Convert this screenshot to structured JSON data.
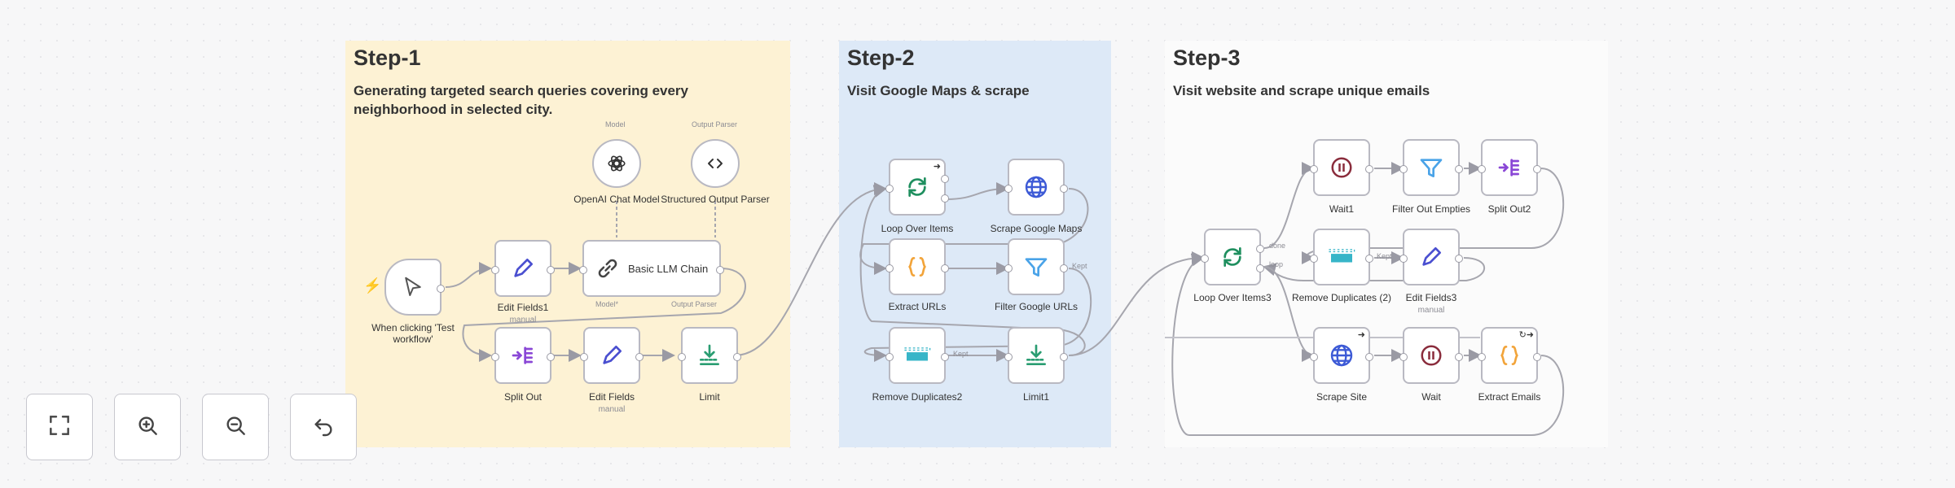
{
  "steps": [
    {
      "title": "Step-1",
      "description": "Generating targeted search queries covering every neighborhood in selected city."
    },
    {
      "title": "Step-2",
      "description": "Visit Google Maps & scrape"
    },
    {
      "title": "Step-3",
      "description": "Visit website and scrape unique emails"
    }
  ],
  "nodes": {
    "trigger": {
      "label": "When clicking 'Test workflow'"
    },
    "edit_fields1": {
      "label": "Edit Fields1",
      "sub": "manual"
    },
    "basic_llm_chain": {
      "label": "Basic LLM Chain",
      "model_port": "Model*",
      "parser_port": "Output Parser"
    },
    "openai_chat_model": {
      "label": "OpenAI Chat Model",
      "port": "Model"
    },
    "structured_output_parser": {
      "label": "Structured Output Parser",
      "port": "Output Parser"
    },
    "split_out": {
      "label": "Split Out"
    },
    "edit_fields": {
      "label": "Edit Fields",
      "sub": "manual"
    },
    "limit": {
      "label": "Limit"
    },
    "loop_over_items": {
      "label": "Loop Over Items"
    },
    "scrape_google_maps": {
      "label": "Scrape Google Maps"
    },
    "extract_urls": {
      "label": "Extract URLs"
    },
    "filter_google_urls": {
      "label": "Filter Google URLs",
      "branch": "Kept"
    },
    "remove_duplicates2": {
      "label": "Remove Duplicates2",
      "branch": "Kept"
    },
    "limit1": {
      "label": "Limit1"
    },
    "loop_over_items3": {
      "label": "Loop Over Items3",
      "done": "done",
      "loop": "loop"
    },
    "wait1": {
      "label": "Wait1"
    },
    "filter_out_empties": {
      "label": "Filter Out Empties"
    },
    "split_out2": {
      "label": "Split Out2"
    },
    "remove_duplicates_2": {
      "label": "Remove Duplicates (2)",
      "branch": "Kept"
    },
    "edit_fields3": {
      "label": "Edit Fields3",
      "sub": "manual"
    },
    "scrape_site": {
      "label": "Scrape Site"
    },
    "wait": {
      "label": "Wait"
    },
    "extract_emails": {
      "label": "Extract Emails"
    }
  },
  "icons": {
    "trigger": "cursor-icon",
    "edit": "pencil-icon",
    "chain": "link-icon",
    "openai": "openai-icon",
    "parser": "code-icon",
    "split": "split-out-icon",
    "limit": "limit-icon",
    "loop": "loop-icon",
    "http": "globe-icon",
    "code": "braces-icon",
    "filter": "filter-icon",
    "dedupe": "remove-duplicates-icon",
    "wait": "pause-icon"
  },
  "controls": [
    {
      "name": "fit-to-view-button",
      "icon": "expand-icon"
    },
    {
      "name": "zoom-in-button",
      "icon": "zoom-in-icon"
    },
    {
      "name": "zoom-out-button",
      "icon": "zoom-out-icon"
    },
    {
      "name": "reset-zoom-button",
      "icon": "undo-icon"
    }
  ],
  "colors": {
    "step1_bg": "#fdf2d4",
    "step2_bg": "#dde9f7",
    "step3_bg": "#fbfbfb",
    "trigger_bolt": "#ff6d5a",
    "edit_icon": "#4a4fd0",
    "loop_icon": "#1f8f5f",
    "http_icon": "#3d5ad6",
    "code_icon": "#f2a43a",
    "filter_icon": "#4aa3e8",
    "split_icon": "#8a47d6",
    "limit_icon": "#2a9d72",
    "wait_icon": "#8a2c3c",
    "dedupe_icon": "#37b5c8"
  }
}
